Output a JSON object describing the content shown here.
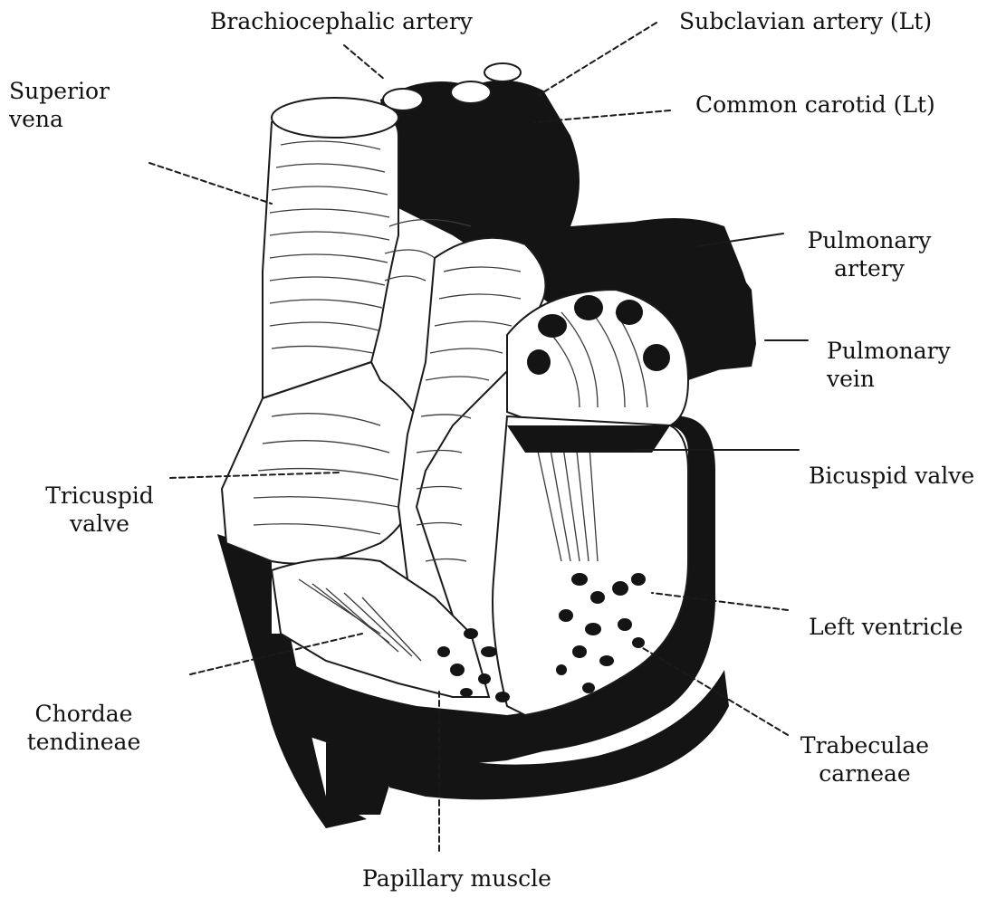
{
  "labels": {
    "brachiocephalic": "Brachiocephalic artery",
    "subclavian": "Subclavian artery (Lt)",
    "superior_vena": [
      "Superior",
      "vena"
    ],
    "common_carotid": "Common carotid (Lt)",
    "pulmonary_artery": [
      "Pulmonary",
      "artery"
    ],
    "pulmonary_vein": [
      "Pulmonary",
      "vein"
    ],
    "bicuspid_valve": "Bicuspid valve",
    "tricuspid_valve": [
      "Tricuspid",
      "valve"
    ],
    "left_ventricle": "Left ventricle",
    "chordae_tendineae": [
      "Chordae",
      "tendineae"
    ],
    "trabeculae_carneae": [
      "Trabeculae",
      "carneae"
    ],
    "papillary_muscle": "Papillary muscle"
  },
  "colors": {
    "ink": "#111111",
    "tissue_dark": "#141414",
    "tissue_light": "#ffffff",
    "hatch": "#3a3a3a"
  }
}
